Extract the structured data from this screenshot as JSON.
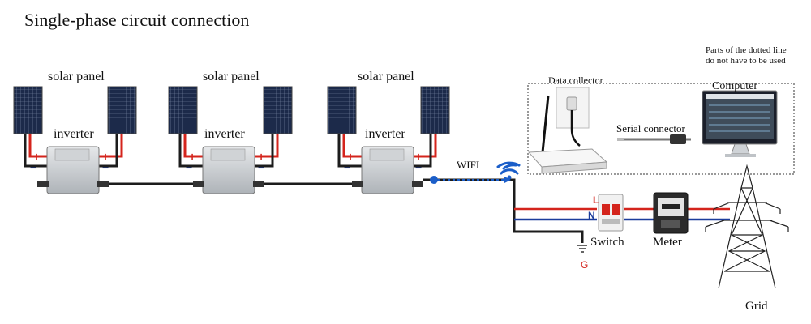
{
  "title": "Single-phase circuit connection",
  "labels": {
    "solar_panel": "solar panel",
    "inverter": "inverter",
    "wifi": "WIFI",
    "note_line1": "Parts of the dotted line",
    "note_line2": "do not have to be used",
    "data_collector": "Data collector",
    "computer": "Computer",
    "serial_connector": "Serial connector",
    "switch": "Switch",
    "meter": "Meter",
    "grid": "Grid",
    "live": "L",
    "neutral": "N",
    "ground": "G",
    "plus": "+",
    "minus": "−"
  },
  "colors": {
    "live_wire": "#d4241c",
    "neutral_wire": "#1b3c9c",
    "wifi_link": "#1b5ec9",
    "panel_cell": "#1c2a4a"
  }
}
